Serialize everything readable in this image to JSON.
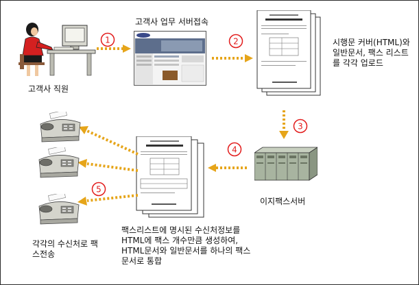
{
  "colors": {
    "arrow": "#e6a51a",
    "step_ring": "#e21b1b",
    "step_text": "#e21b1b",
    "server": "#a8b4a0"
  },
  "labels": {
    "employee": "고객사 직원",
    "server_access": "고객사 업무 서버접속",
    "upload": "시행문 커버(HTML)와 일반문서, 팩스 리스트를 각각 업로드",
    "easyfax_server": "이지팩스서버",
    "merge": "팩스리스트에 명시된 수신처정보를 HTML에 팩스 개수만큼 생성하여, HTML문서와 일반문서를 하나의 팩스문서로 통합",
    "send": "각각의 수신처로 팩스전송"
  },
  "steps": [
    "1",
    "2",
    "3",
    "4",
    "5"
  ],
  "icons": [
    "person-at-computer-icon",
    "website-screenshot-icon",
    "document-stack-icon",
    "server-rack-icon",
    "fax-machine-icon"
  ]
}
